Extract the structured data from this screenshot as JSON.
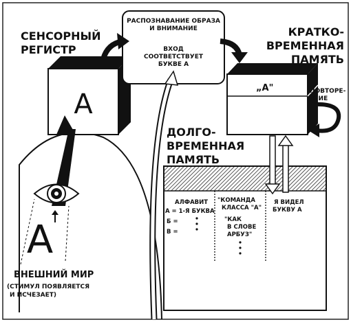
{
  "sensory": {
    "line1": "СЕНСОРНЫЙ",
    "line2": "РЕГИСТР",
    "letter": "A"
  },
  "recognition": {
    "title1": "РАСПОЗНАВАНИЕ ОБРАЗА",
    "title2": "И ВНИМАНИЕ",
    "text1": "ВХОД",
    "text2": "СООТВЕТСТВУЕТ",
    "text3": "БУКВЕ  А"
  },
  "short_term": {
    "line1": "КРАТКО-",
    "line2": "ВРЕМЕННАЯ",
    "line3": "ПАМЯТЬ",
    "content": "„А\"",
    "rehearsal1": "ПОВТОРЕ-",
    "rehearsal2": "НИЕ"
  },
  "long_term": {
    "line1": "ДОЛГО-",
    "line2": "ВРЕМЕННАЯ",
    "line3": "ПАМЯТЬ",
    "col1": {
      "r1": "АЛФАВИТ",
      "r2": "А = 1-Я БУКВА",
      "r3": "Б  =",
      "r4": "В ="
    },
    "col2": {
      "r1": "\"КОМАНДА",
      "r2": "КЛАССА \"А\"",
      "r3": "\"КАК",
      "r4": "В  СЛОВЕ",
      "r5": "АРБУЗ\""
    },
    "col3": {
      "r1": "Я  ВИДЕЛ",
      "r2": "БУКВУ  А"
    }
  },
  "external": {
    "letter": "А",
    "line1": "ВНЕШНИЙ  МИР",
    "line2": "(СТИМУЛ  ПОЯВЛЯЕТСЯ",
    "line3": "И  ИСЧЕЗАЕТ)"
  }
}
